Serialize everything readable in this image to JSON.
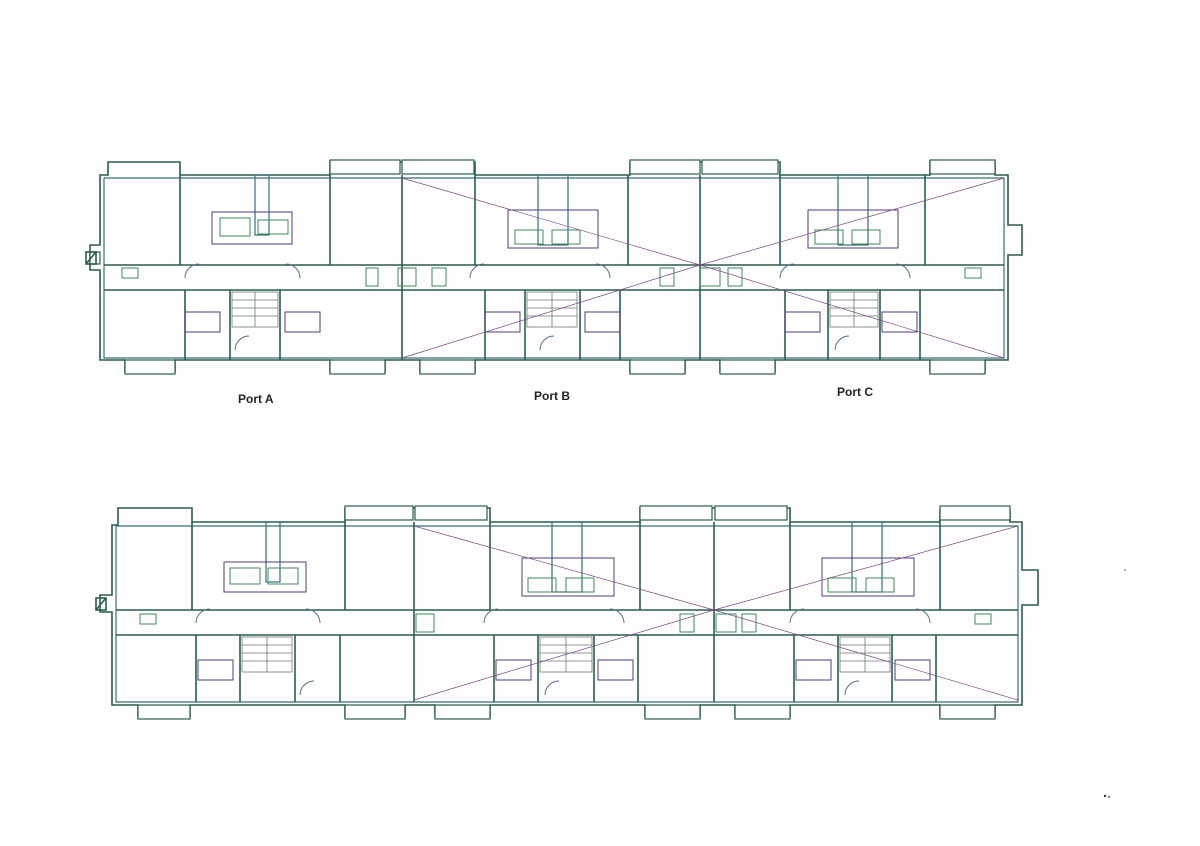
{
  "labels": {
    "port_a": "Port A",
    "port_b": "Port B",
    "port_c": "Port C"
  },
  "colors": {
    "wall_primary": "#2a5d4c",
    "wall_secondary": "#3a6e7a",
    "fixture": "#4e3d82",
    "background": "#ffffff"
  }
}
